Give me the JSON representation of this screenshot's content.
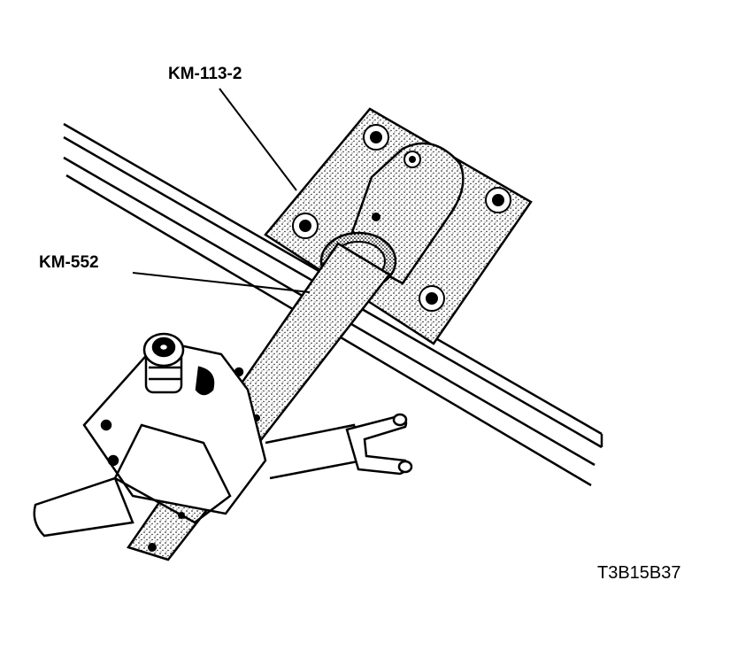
{
  "labels": {
    "tool_holder": "KM-113-2",
    "adapter": "KM-552"
  },
  "figure_id": "T3B15B37",
  "colors": {
    "ink": "#000000",
    "paper": "#ffffff"
  }
}
